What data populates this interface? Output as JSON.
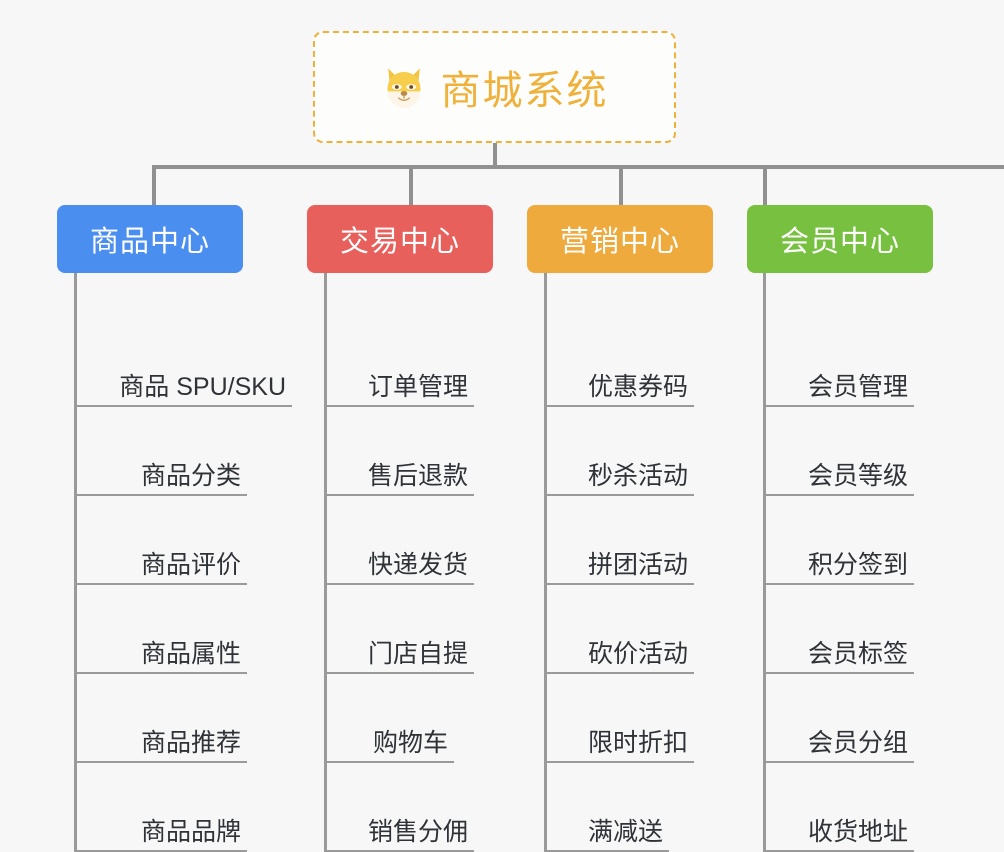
{
  "page": {
    "background_color": "#f7f7f7",
    "line_color": "#909090"
  },
  "root": {
    "title": "商城系统",
    "icon": "dog-face-icon",
    "text_color": "#efb13a",
    "border_color": "#efb13a",
    "background_color": "#fdfdfc"
  },
  "branches": [
    {
      "label": "商品中心",
      "color": "#4a8ef0",
      "items": [
        {
          "label": "商品 SPU/SKU"
        },
        {
          "label": "商品分类"
        },
        {
          "label": "商品评价"
        },
        {
          "label": "商品属性"
        },
        {
          "label": "商品推荐"
        },
        {
          "label": "商品品牌"
        }
      ]
    },
    {
      "label": "交易中心",
      "color": "#e8605c",
      "items": [
        {
          "label": "订单管理"
        },
        {
          "label": "售后退款"
        },
        {
          "label": "快递发货"
        },
        {
          "label": "门店自提"
        },
        {
          "label": "购物车"
        },
        {
          "label": "销售分佣"
        }
      ]
    },
    {
      "label": "营销中心",
      "color": "#eeaa3c",
      "items": [
        {
          "label": "优惠券码"
        },
        {
          "label": "秒杀活动"
        },
        {
          "label": "拼团活动"
        },
        {
          "label": "砍价活动"
        },
        {
          "label": "限时折扣"
        },
        {
          "label": "满减送"
        }
      ]
    },
    {
      "label": "会员中心",
      "color": "#78c140",
      "items": [
        {
          "label": "会员管理"
        },
        {
          "label": "会员等级"
        },
        {
          "label": "积分签到"
        },
        {
          "label": "会员标签"
        },
        {
          "label": "会员分组"
        },
        {
          "label": "收货地址"
        }
      ]
    }
  ]
}
